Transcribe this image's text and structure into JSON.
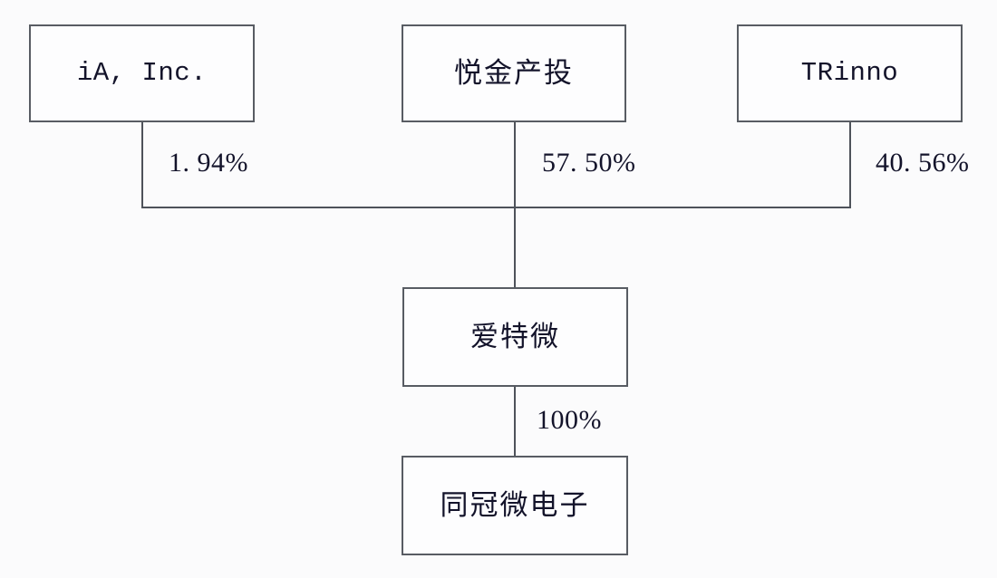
{
  "diagram": {
    "type": "org-ownership-chart",
    "background_color": "#fbfbfc",
    "line_color": "#4e525a",
    "box_border_color": "#585c63",
    "text_color": "#13132a",
    "nodes": [
      {
        "id": "ia",
        "label": "iA, Inc.",
        "script": "latin"
      },
      {
        "id": "yj",
        "label": "悦金产投",
        "script": "cjk"
      },
      {
        "id": "tr",
        "label": "TRinno",
        "script": "latin"
      },
      {
        "id": "atw",
        "label": "爱特微",
        "script": "cjk"
      },
      {
        "id": "tgwd",
        "label": "同冠微电子",
        "script": "cjk"
      }
    ],
    "edges": [
      {
        "from": "ia",
        "to": "atw",
        "label": "1. 94%"
      },
      {
        "from": "yj",
        "to": "atw",
        "label": "57. 50%"
      },
      {
        "from": "tr",
        "to": "atw",
        "label": "40. 56%"
      },
      {
        "from": "atw",
        "to": "tgwd",
        "label": "100%"
      }
    ]
  }
}
